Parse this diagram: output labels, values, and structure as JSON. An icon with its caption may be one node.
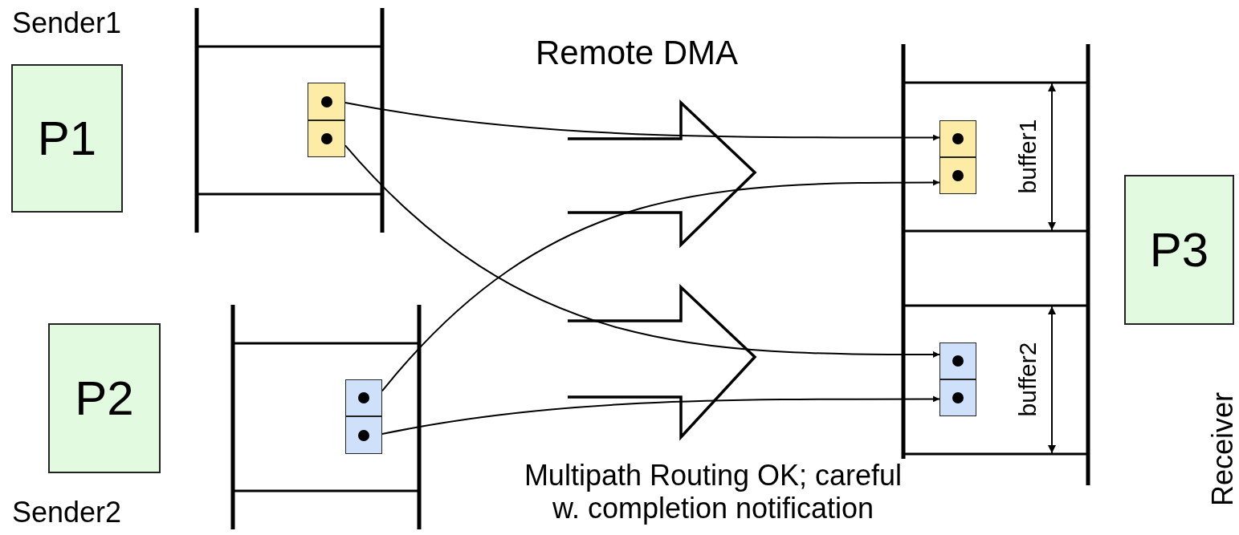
{
  "diagram": {
    "nodes": [
      {
        "text": [
          "P1"
        ]
      },
      {
        "text": [
          "P2"
        ]
      },
      {
        "text": [
          "P3"
        ]
      },
      {
        "text": [],
        "shape": "box"
      },
      {
        "text": [],
        "shape": "box"
      },
      {
        "text": [],
        "shape": "box"
      },
      {
        "text": [],
        "shape": "box"
      },
      {
        "text": [],
        "shape": "box"
      },
      {
        "text": [],
        "shape": "box"
      },
      {
        "text": [],
        "shape": "box"
      },
      {
        "text": [],
        "shape": "box"
      }
    ],
    "edges": [
      {
        "from": 3,
        "to": 7,
        "arrow": "to"
      },
      {
        "from": 4,
        "to": 9,
        "arrow": "to"
      },
      {
        "from": 5,
        "to": 8,
        "arrow": "to"
      },
      {
        "from": 6,
        "to": 10,
        "arrow": "to"
      }
    ],
    "labels": [
      "Sender1",
      "Remote DMA",
      "buffer1",
      "buffer2",
      "Sender2",
      "Multipath Routing OK; careful w. completion notification",
      "Receiver"
    ]
  }
}
